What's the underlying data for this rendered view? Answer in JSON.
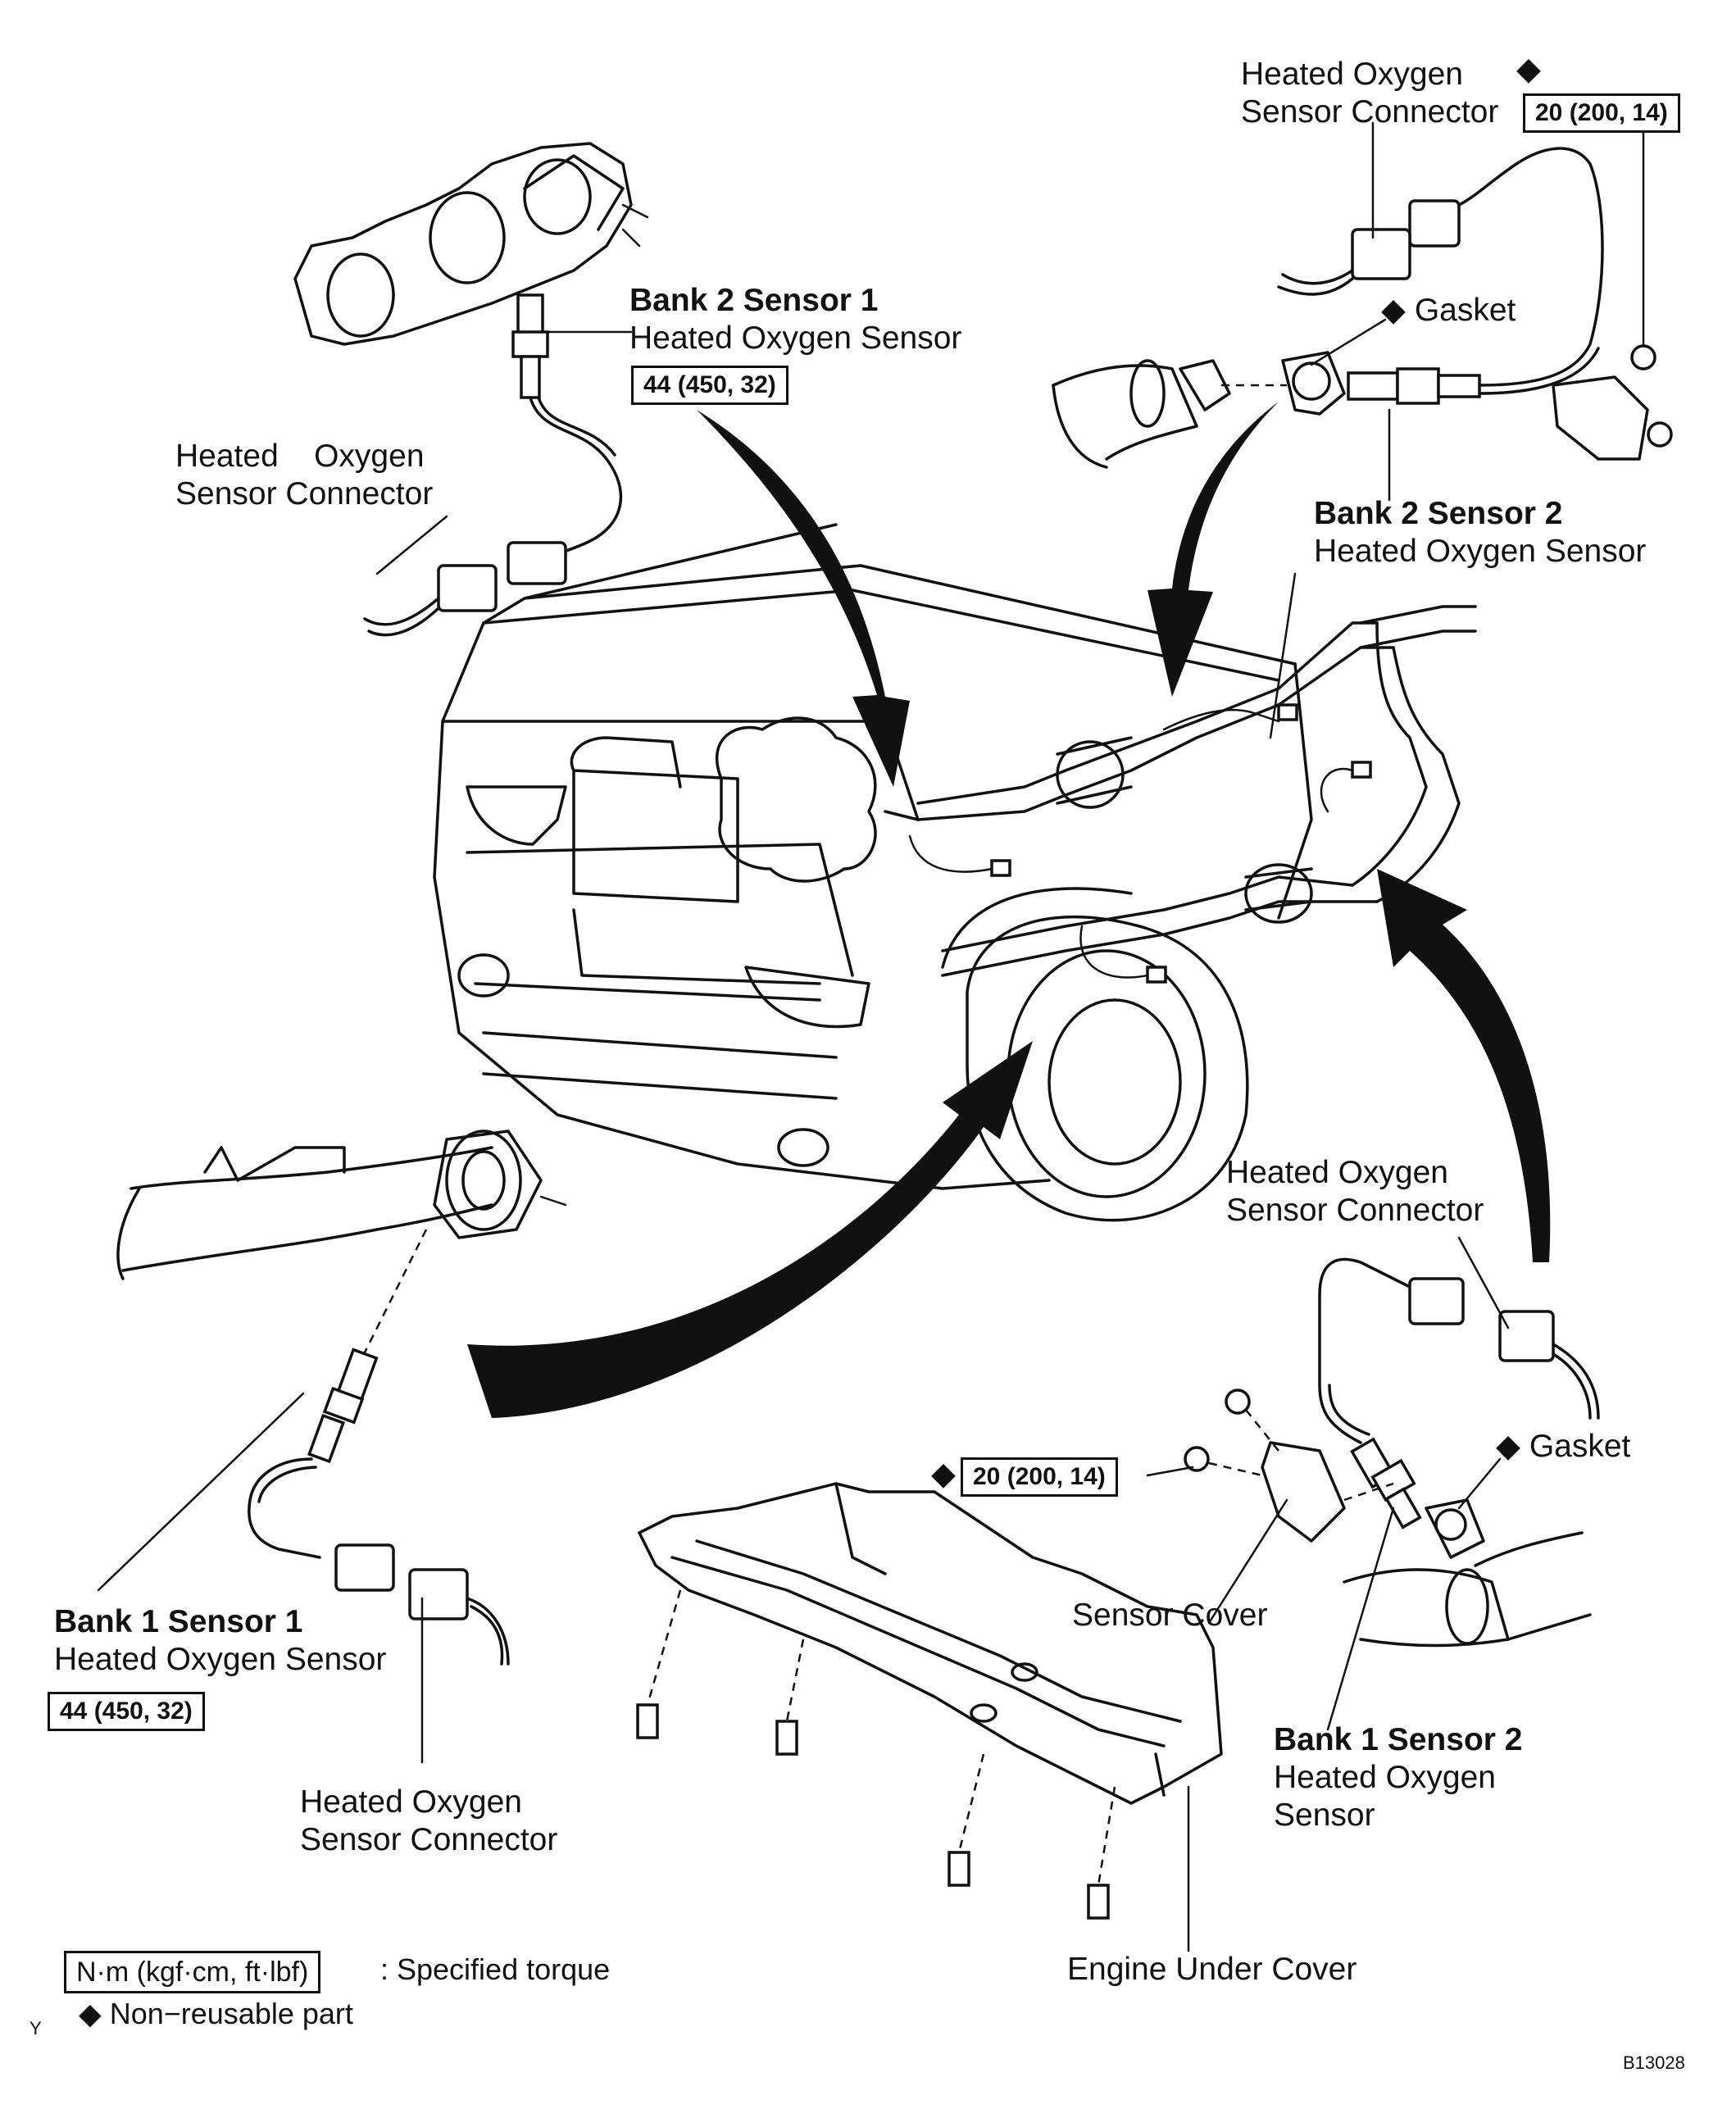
{
  "labels": {
    "b2s1": {
      "bank": "Bank 2 Sensor 1",
      "name": "Heated Oxygen Sensor",
      "torque": "44 (450, 32)"
    },
    "b2s2": {
      "bank": "Bank 2 Sensor 2",
      "name": "Heated Oxygen Sensor"
    },
    "b1s1": {
      "bank": "Bank 1 Sensor 1",
      "name": "Heated Oxygen Sensor",
      "torque": "44 (450, 32)"
    },
    "b1s2": {
      "bank": "Bank 1 Sensor 2",
      "line1": "Heated Oxygen",
      "line2": "Sensor"
    },
    "conn_top_right": {
      "line1": "Heated Oxygen",
      "line2": "Sensor Connector",
      "torque": "20 (200, 14)"
    },
    "conn_top_left": {
      "line1": "Heated    Oxygen",
      "line2": "Sensor Connector"
    },
    "conn_mid_right": {
      "line1": "Heated Oxygen",
      "line2": "Sensor Connector"
    },
    "conn_bottom_left": {
      "line1": "Heated Oxygen",
      "line2": "Sensor Connector"
    },
    "gasket_top": "Gasket",
    "gasket_bottom": "Gasket",
    "sensor_cover_torque": "20 (200, 14)",
    "sensor_cover": "Sensor Cover",
    "engine_under_cover": "Engine Under Cover"
  },
  "legend": {
    "torque_box": "N·m (kgf·cm, ft·lbf)",
    "torque_desc": ": Specified torque",
    "nonreusable": "Non−reusable part",
    "diamond": "◆",
    "y_mark": "Y"
  },
  "figure_code": "B13028"
}
